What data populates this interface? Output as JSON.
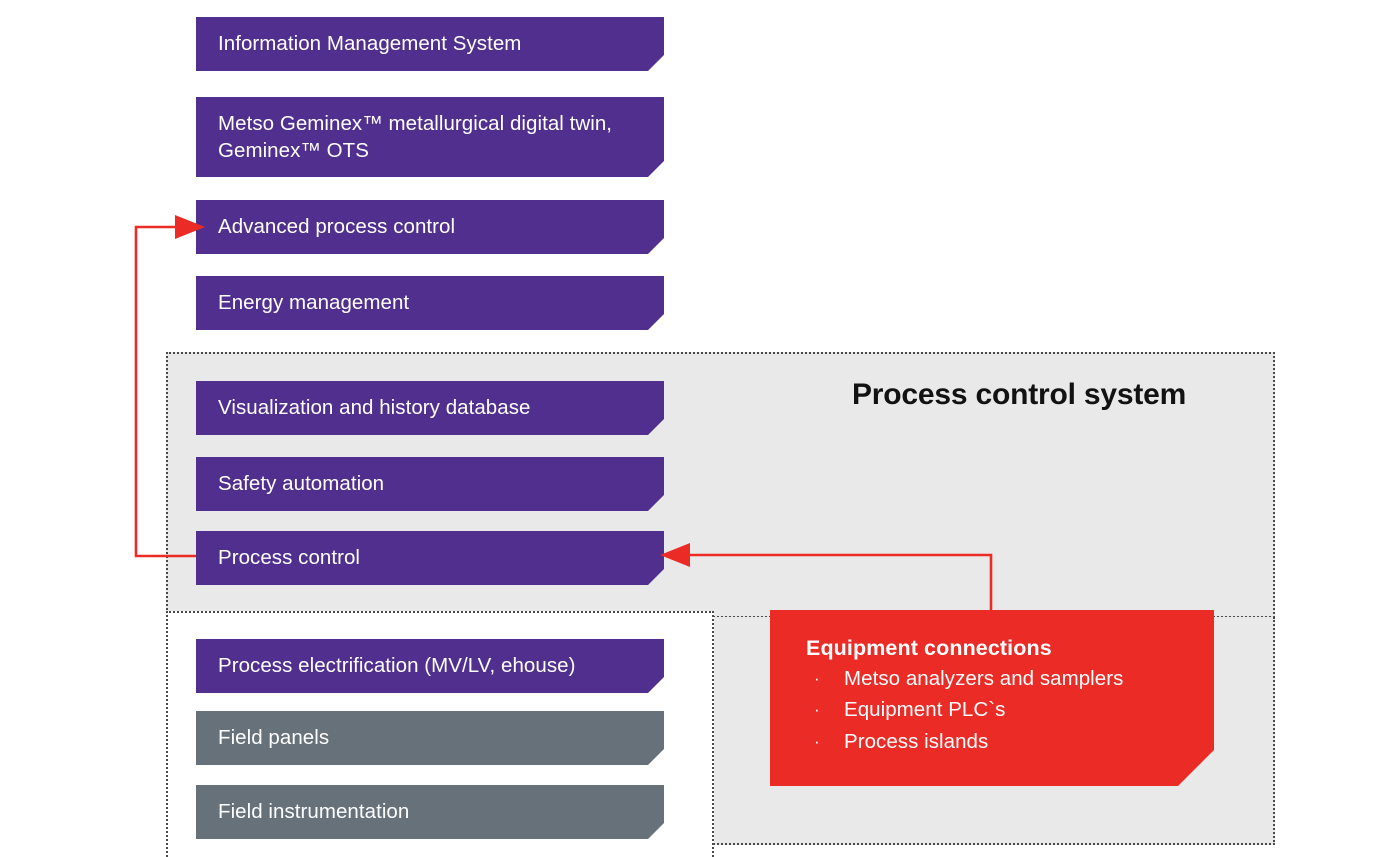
{
  "diagram": {
    "title": "Process control system",
    "colors": {
      "purple": "#512f8e",
      "gray": "#67717a",
      "red": "#eb2b26",
      "panel_gray": "#e9e9e9",
      "text_dark": "#121212",
      "text_light": "#ffffff"
    },
    "top_layers": [
      {
        "label": "Information Management System",
        "color": "purple"
      },
      {
        "label": "Metso Geminex™ metallurgical digital twin, Geminex™ OTS",
        "color": "purple"
      },
      {
        "label": "Advanced process control",
        "color": "purple"
      },
      {
        "label": "Energy management",
        "color": "purple"
      }
    ],
    "process_control_system": {
      "title": "Process control system",
      "layers": [
        {
          "label": "Visualization and history database",
          "color": "purple"
        },
        {
          "label": "Safety automation",
          "color": "purple"
        },
        {
          "label": "Process control",
          "color": "purple"
        }
      ]
    },
    "field_layers": [
      {
        "label": "Process electrification (MV/LV, ehouse)",
        "color": "purple"
      },
      {
        "label": "Field panels",
        "color": "gray"
      },
      {
        "label": "Field instrumentation",
        "color": "gray"
      }
    ],
    "equipment_connections": {
      "title": "Equipment connections",
      "bullet_glyph": "·",
      "items": [
        "Metso analyzers and samplers",
        "Equipment PLC`s",
        "Process islands"
      ]
    },
    "connectors": [
      {
        "name": "process-control-to-advanced-process-control",
        "from": "Process control",
        "to": "Advanced process control",
        "color": "#eb2b26"
      },
      {
        "name": "equipment-connections-to-process-control",
        "from": "Equipment connections",
        "to": "Process control",
        "color": "#eb2b26"
      }
    ]
  }
}
